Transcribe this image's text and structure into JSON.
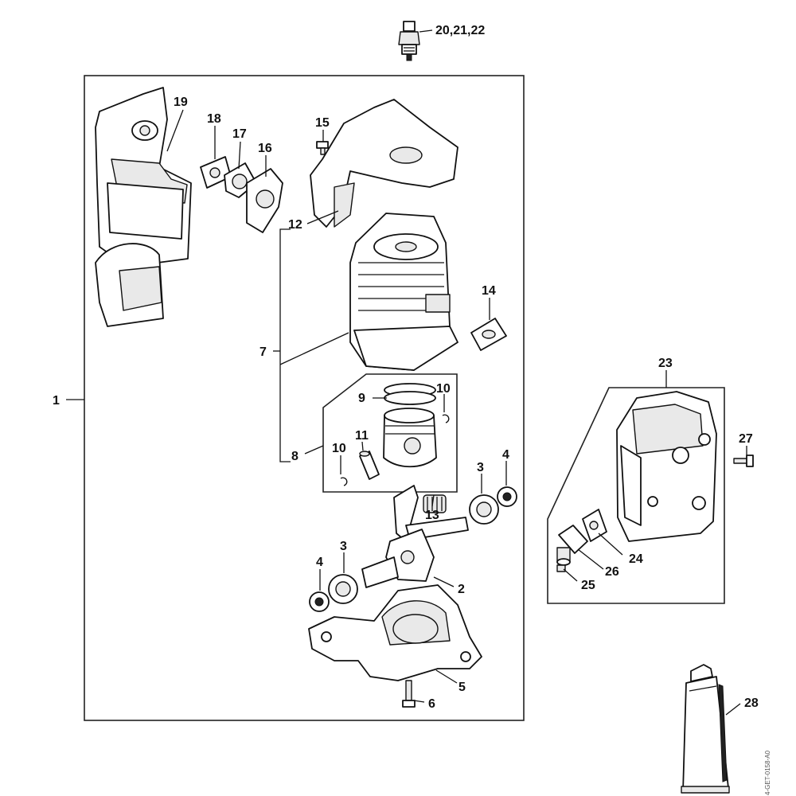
{
  "labels": {
    "l1": "1",
    "l2": "2",
    "l3a": "3",
    "l3b": "3",
    "l4a": "4",
    "l4b": "4",
    "l5": "5",
    "l6": "6",
    "l7": "7",
    "l8": "8",
    "l9": "9",
    "l10a": "10",
    "l10b": "10",
    "l11": "11",
    "l12": "12",
    "l13": "13",
    "l14": "14",
    "l15": "15",
    "l16": "16",
    "l17": "17",
    "l18": "18",
    "l19": "19",
    "l20": "20,21,22",
    "l23": "23",
    "l24": "24",
    "l25": "25",
    "l26": "26",
    "l27": "27",
    "l28": "28"
  },
  "watermark": "4-GET-0158-A0"
}
